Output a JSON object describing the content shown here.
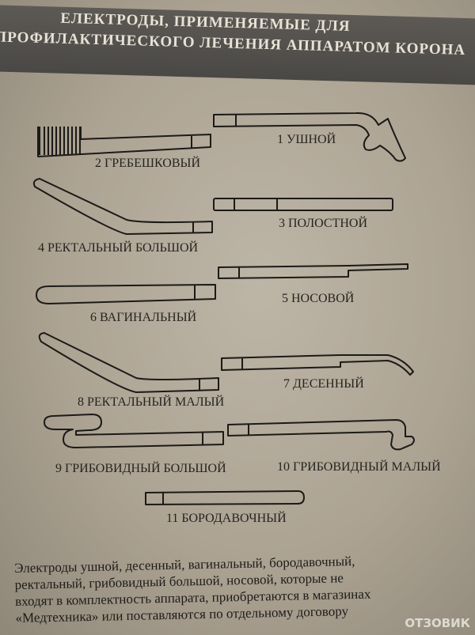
{
  "header": {
    "line1": "ЕЛЕКТРОДЫ, ПРИМЕНЯЕМЫЕ ДЛЯ",
    "line2": "ПРОФИЛАКТИЧЕСКОГО ЛЕЧЕНИЯ АППАРАТОМ КОРОНА"
  },
  "electrodes": [
    {
      "label": "1 УШНОЙ"
    },
    {
      "label": "2 ГРЕБЕШКОВЫЙ"
    },
    {
      "label": "3 ПОЛОСТНОЙ"
    },
    {
      "label": "4 РЕКТАЛЬНЫЙ БОЛЬШОЙ"
    },
    {
      "label": "5 НОСОВОЙ"
    },
    {
      "label": "6 ВАГИНАЛЬНЫЙ"
    },
    {
      "label": "7 ДЕСЕННЫЙ"
    },
    {
      "label": "8 РЕКТАЛЬНЫЙ МАЛЫЙ"
    },
    {
      "label": "9 ГРИБОВИДНЫЙ БОЛЬШОЙ"
    },
    {
      "label": "10 ГРИБОВИДНЫЙ МАЛЫЙ"
    },
    {
      "label": "11 БОРОДАВОЧНЫЙ"
    }
  ],
  "footer": {
    "line1": "Электроды ушной, десенный, вагинальный, бородавочный,",
    "line2": "ректальный, грибовидный большой, носовой, которые не",
    "line3": "входят в комплектность аппарата, приобретаются в магазинах",
    "line4": "«Медтехника» или поставляются по отдельному договору"
  },
  "watermark": "ОТЗОВИК"
}
